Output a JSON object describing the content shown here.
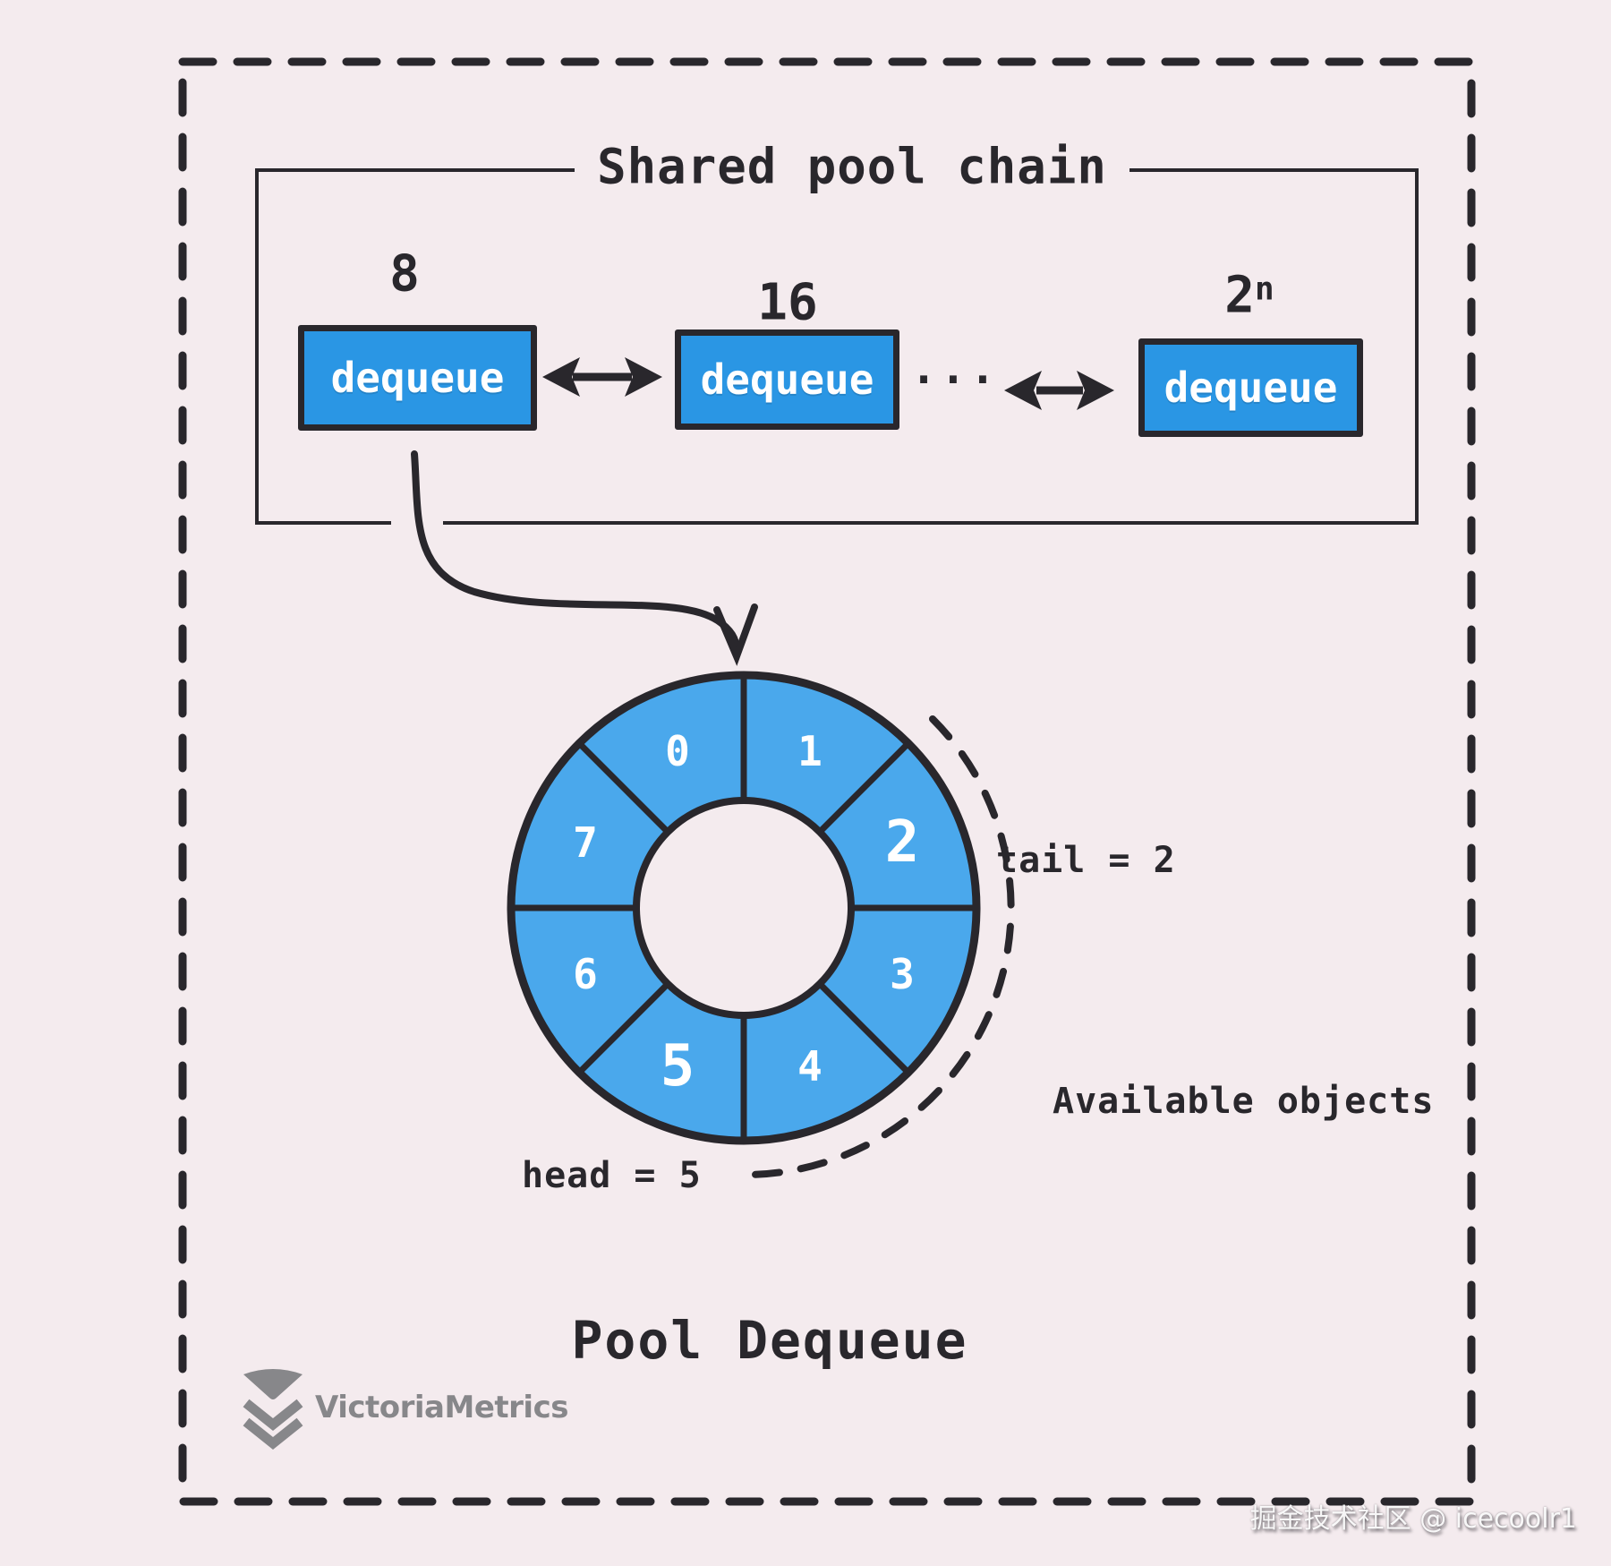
{
  "colors": {
    "background": "#f4ebee",
    "ink": "#29272c",
    "box_blue": "#2a96e4",
    "ring_blue": "#4aa8ec",
    "logo_gray": "#87878a"
  },
  "chain": {
    "title": "Shared pool chain",
    "ellipsis": "...",
    "nodes": [
      {
        "size": "8",
        "label": "dequeue"
      },
      {
        "size": "16",
        "label": "dequeue"
      },
      {
        "size": "2",
        "exponent": "n",
        "label": "dequeue"
      }
    ]
  },
  "ring": {
    "segments": [
      "0",
      "1",
      "2",
      "3",
      "4",
      "5",
      "6",
      "7"
    ],
    "tail_label": "tail = 2",
    "available_label": "Available objects",
    "head_label": "head = 5"
  },
  "caption": "Pool Dequeue",
  "branding": {
    "name": "VictoriaMetrics"
  },
  "watermark": "掘金技术社区 @ icecoolr1"
}
